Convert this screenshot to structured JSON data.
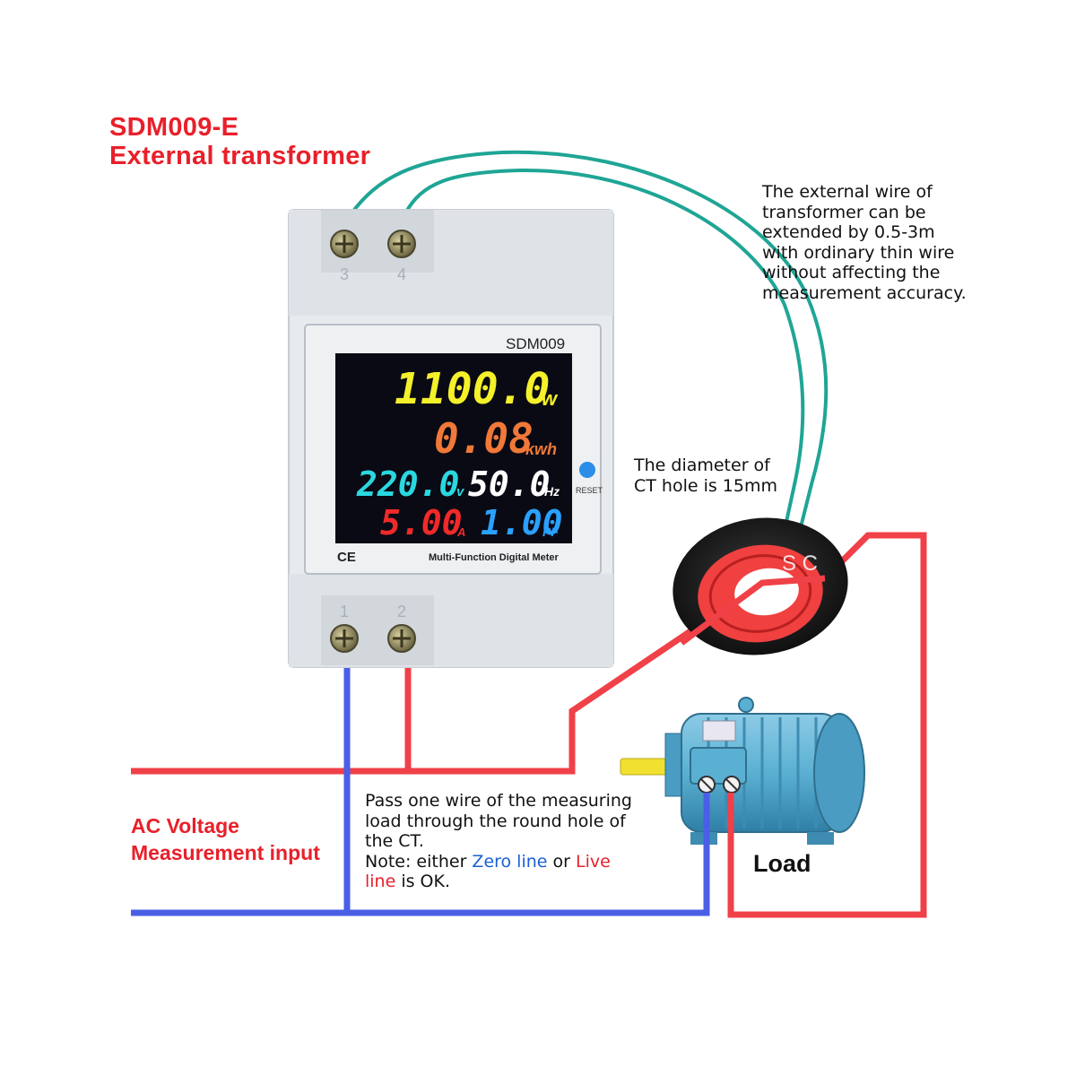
{
  "title": {
    "line1": "SDM009-E",
    "line2": "External transformer"
  },
  "notes": {
    "wire": [
      "The external wire of",
      "transformer can be",
      "extended by 0.5-3m",
      "with ordinary thin wire",
      "without affecting the",
      "measurement accuracy."
    ],
    "ct": [
      "The diameter of",
      "CT hole is 15mm"
    ],
    "pass_lines": [
      "Pass one wire of the measuring",
      "load through the round hole of",
      "the CT."
    ],
    "note_prefix": "Note: either ",
    "zero_line": "Zero line",
    "or_word": " or ",
    "live_1": "Live",
    "live_2": "line",
    "note_suffix": " is OK."
  },
  "ac_label": [
    "AC Voltage",
    "Measurement input"
  ],
  "load_label": "Load",
  "meter": {
    "model": "SDM009",
    "bottom_label": "Multi-Function Digital Meter",
    "ce_mark": "CE",
    "reset_label": "RESET",
    "terminals": {
      "t1": "1",
      "t2": "2",
      "t3": "3",
      "t4": "4"
    },
    "readings": {
      "power": "1100.0",
      "power_unit": "w",
      "energy": "0.08",
      "energy_unit": "kwh",
      "voltage": "220.0",
      "voltage_unit": "v",
      "frequency": "50.0",
      "frequency_unit": "Hz",
      "current": "5.00",
      "current_unit": "A",
      "pf": "1.00",
      "pf_unit": "PF"
    }
  },
  "ct_marking": "S C",
  "colors": {
    "title_red": "#e8202a",
    "wire_red": "#f04048",
    "wire_blue": "#4a5ee6",
    "wire_teal": "#1fa595",
    "lcd_yellow": "#f4f02a",
    "lcd_orange": "#f07838",
    "lcd_cyan": "#2ad8e0",
    "lcd_white": "#ffffff",
    "lcd_red": "#f02a2a",
    "lcd_blue": "#2aa0ff",
    "motor_blue": "#5ab0d2",
    "shaft_yellow": "#f0e030"
  },
  "icons": [
    "terminal-screw-icon",
    "reset-button-icon",
    "ce-mark-icon",
    "motor-icon",
    "ct-transformer-icon"
  ]
}
